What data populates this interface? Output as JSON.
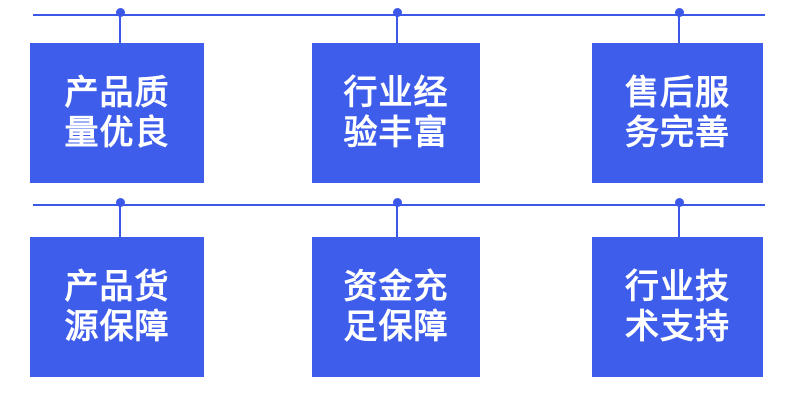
{
  "colors": {
    "background": "#ffffff",
    "boxFill": "#3e5deb",
    "line": "#3c58e8",
    "dot": "#3c58e8",
    "text": "#ffffff"
  },
  "rows": [
    {
      "items": [
        {
          "line1": "产品质",
          "line2": "量优良"
        },
        {
          "line1": "行业经",
          "line2": "验丰富"
        },
        {
          "line1": "售后服",
          "line2": "务完善"
        }
      ]
    },
    {
      "items": [
        {
          "line1": "产品货",
          "line2": "源保障"
        },
        {
          "line1": "资金充",
          "line2": "足保障"
        },
        {
          "line1": "行业技",
          "line2": "术支持"
        }
      ]
    }
  ]
}
